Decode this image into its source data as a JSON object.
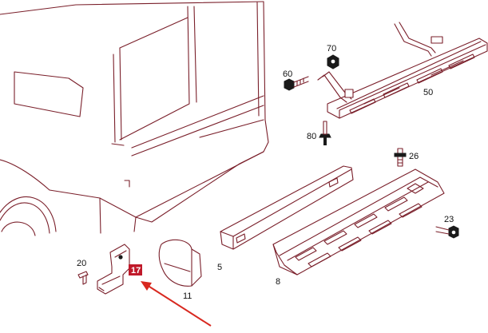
{
  "part_labels": {
    "p70": "70",
    "p60": "60",
    "p50": "50",
    "p80": "80",
    "p26": "26",
    "p23": "23",
    "p5": "5",
    "p8": "8",
    "p20": "20",
    "p11": "11",
    "p17": "17"
  },
  "colors": {
    "line": "#7a1f2a",
    "arrow": "#d8281f",
    "highlight": "#c0192a"
  }
}
